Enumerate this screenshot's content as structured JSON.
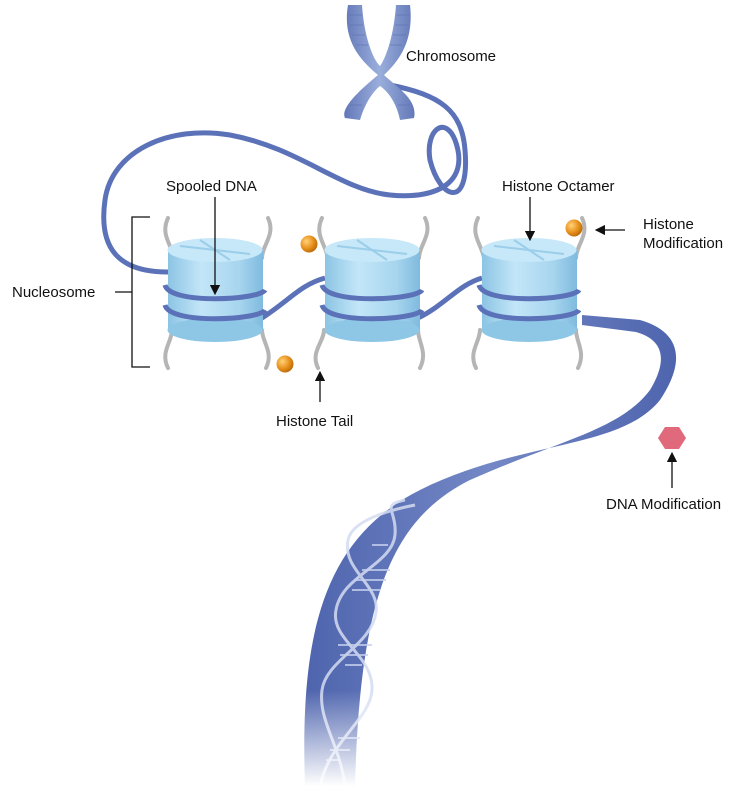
{
  "labels": {
    "chromosome": "Chromosome",
    "spooled_dna": "Spooled DNA",
    "histone_octamer": "Histone Octamer",
    "histone_modification_line1": "Histone",
    "histone_modification_line2": "Modification",
    "nucleosome": "Nucleosome",
    "histone_tail": "Histone Tail",
    "dna_modification": "DNA Modification"
  },
  "colors": {
    "dna_strand": "#5b72b8",
    "histone_body": "#a9d7ef",
    "histone_top": "#bfe3f6",
    "histone_modification_marker": "#e8901a",
    "dna_modification_marker": "#e06a7c",
    "chromosome": "#7d92c7",
    "histone_tail": "#b5b5b5"
  }
}
